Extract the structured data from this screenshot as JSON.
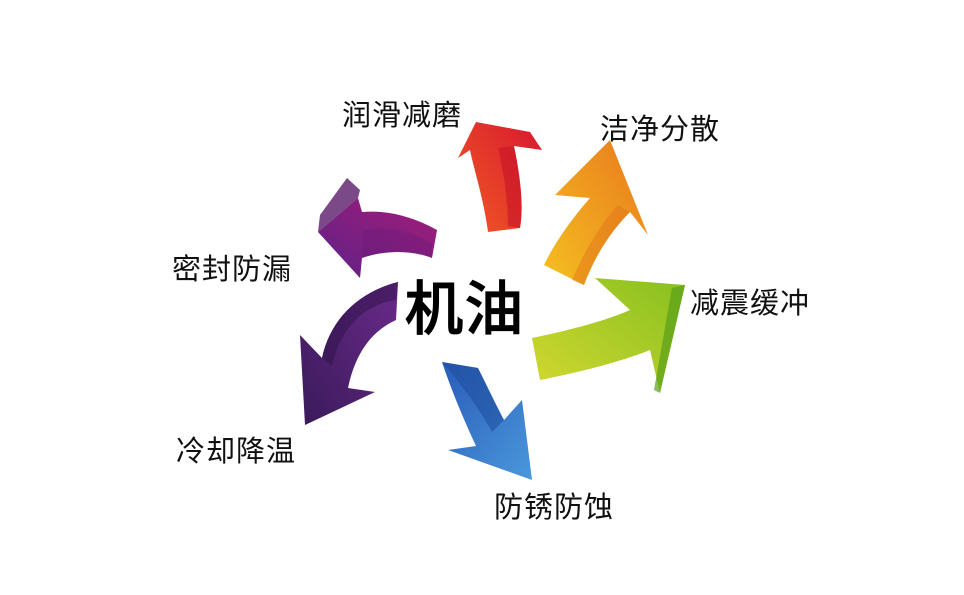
{
  "center": {
    "label": "机油"
  },
  "functions": [
    {
      "id": "lubrication",
      "label": "润滑减磨",
      "color": "#e0202e",
      "color2": "#f05a24"
    },
    {
      "id": "cleaning",
      "label": "洁净分散",
      "color": "#f0a020",
      "color2": "#e87a20"
    },
    {
      "id": "damping",
      "label": "减震缓冲",
      "color": "#9cc820",
      "color2": "#c8d830"
    },
    {
      "id": "anticorrosion",
      "label": "防锈防蚀",
      "color": "#2f6cc8",
      "color2": "#4a90d8"
    },
    {
      "id": "cooling",
      "label": "冷却降温",
      "color": "#4a1e6e",
      "color2": "#6a2a8a"
    },
    {
      "id": "sealing",
      "label": "密封防漏",
      "color": "#8a1e7a",
      "color2": "#5e2288"
    }
  ]
}
